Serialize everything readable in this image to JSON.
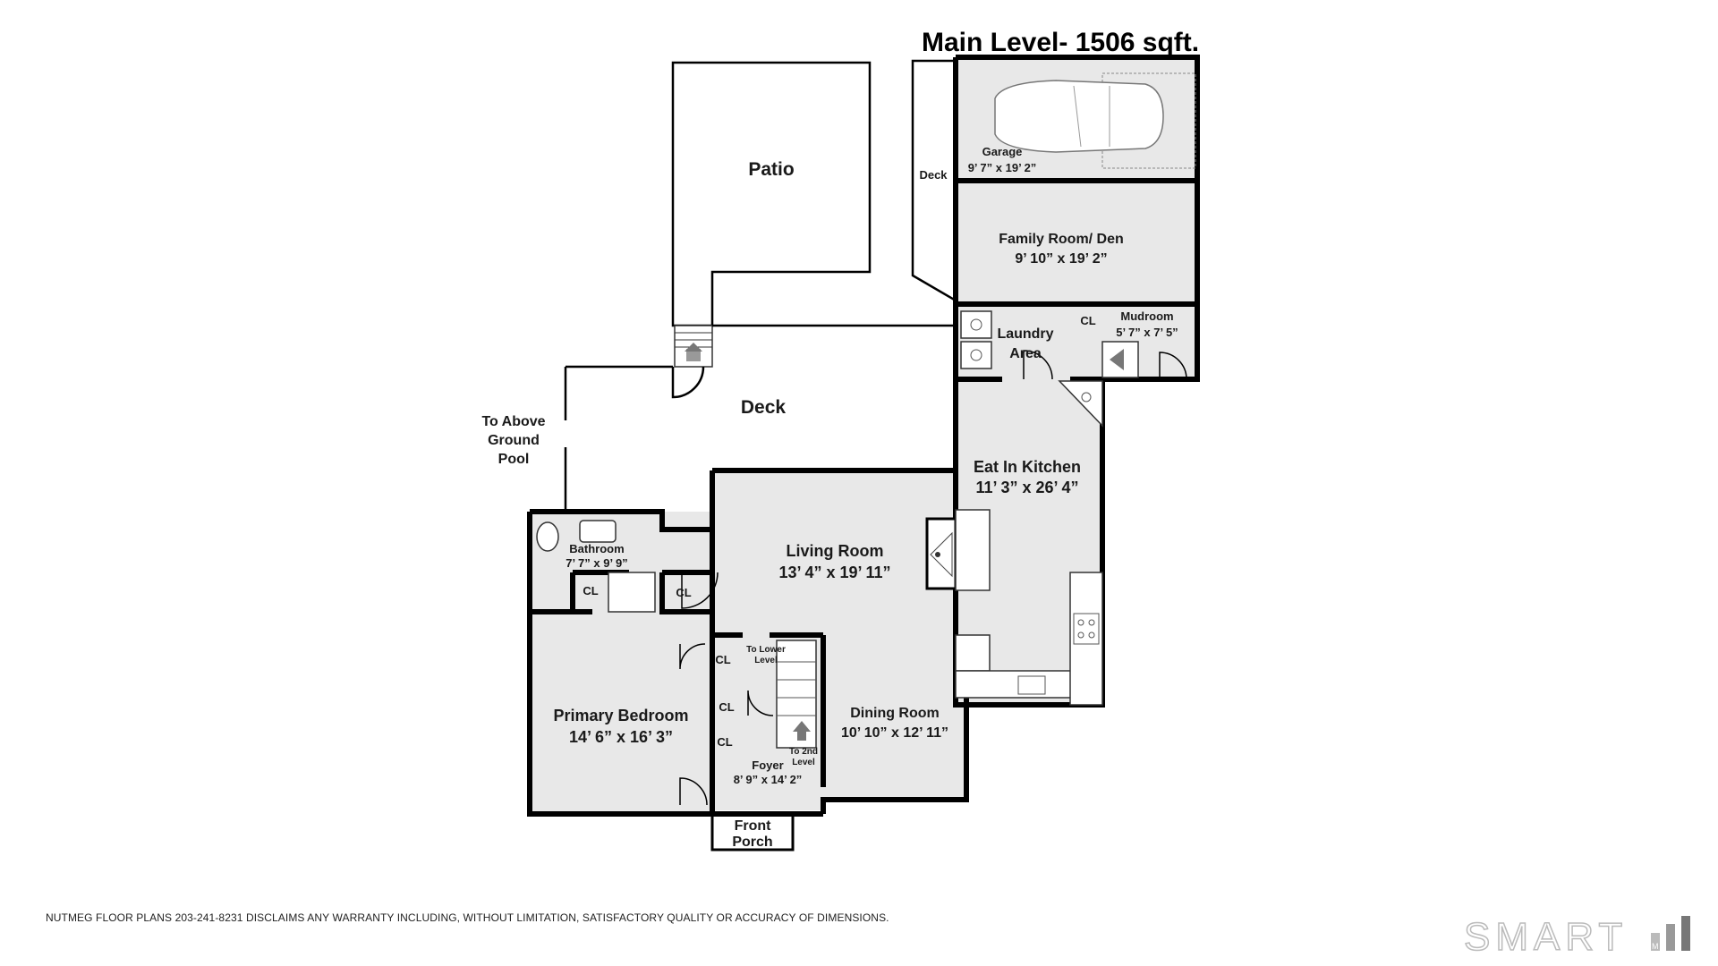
{
  "heading": "Main Level- 1506 sqft.",
  "rooms": {
    "patio": "Patio",
    "deck_main": "Deck",
    "deck_side": "Deck",
    "pool_1": "To Above",
    "pool_2": "Ground",
    "pool_3": "Pool",
    "garage_name": "Garage",
    "garage_dim": "9’ 7” x 19’ 2”",
    "family_name": "Family Room/ Den",
    "family_dim": "9’ 10” x 19’ 2”",
    "laundry_1": "Laundry",
    "laundry_2": "Area",
    "mudroom_name": "Mudroom",
    "mudroom_dim": "5’ 7” x 7’ 5”",
    "kitchen_name": "Eat In Kitchen",
    "kitchen_dim": "11’ 3” x 26’ 4”",
    "living_name": "Living Room",
    "living_dim": "13’ 4” x 19’ 11”",
    "bath_name": "Bathroom",
    "bath_dim": "7’ 7” x 9’ 9”",
    "primary_name": "Primary Bedroom",
    "primary_dim": "14’ 6” x 16’ 3”",
    "dining_name": "Dining Room",
    "dining_dim": "10’ 10” x 12’ 11”",
    "foyer_name": "Foyer",
    "foyer_dim": "8’ 9” x 14’ 2”",
    "porch_1": "Front",
    "porch_2": "Porch",
    "lower_1": "To Lower",
    "lower_2": "Level",
    "second_1": "To 2nd",
    "second_2": "Level",
    "cl": "CL"
  },
  "disclaimer": "NUTMEG FLOOR PLANS 203-241-8231 DISCLAIMS ANY WARRANTY INCLUDING, WITHOUT LIMITATION, SATISFACTORY QUALITY OR ACCURACY OF DIMENSIONS.",
  "logo": {
    "text": "SMART",
    "suffix": "M L S"
  },
  "colors": {
    "room_fill": "#e8e8e8",
    "wall": "#000000",
    "background": "#ffffff"
  }
}
